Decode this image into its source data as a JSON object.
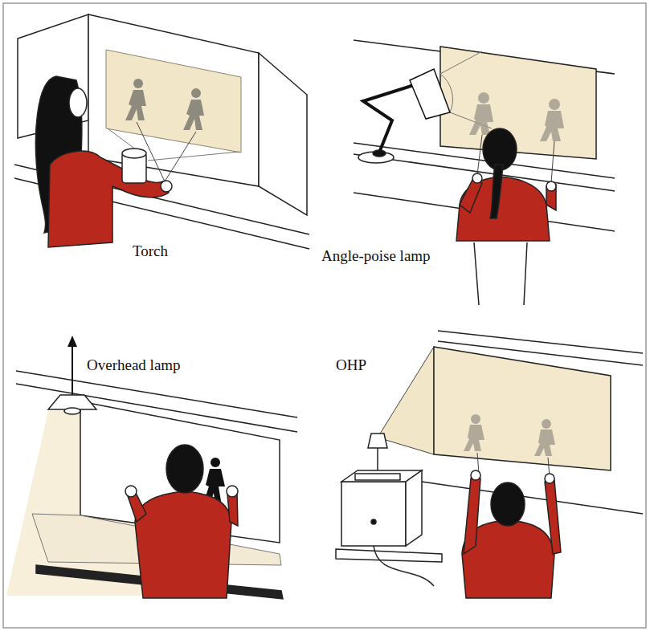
{
  "diagram": {
    "labels": [
      "Torch",
      "Angle-poise lamp",
      "Overhead lamp",
      "OHP"
    ]
  }
}
